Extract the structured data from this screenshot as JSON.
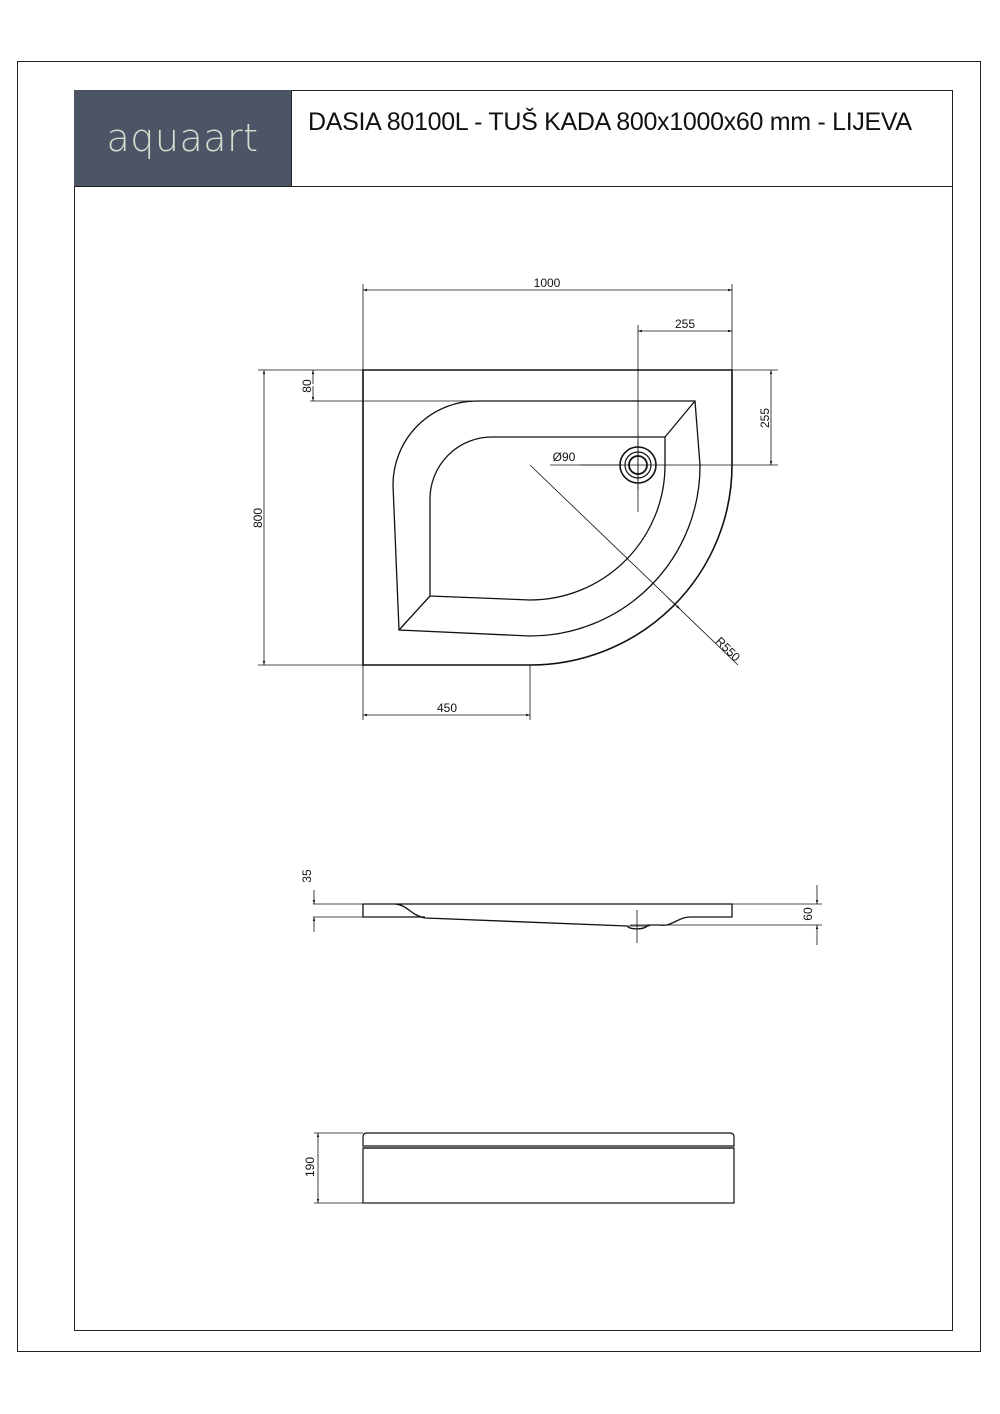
{
  "header": {
    "logo": "aquaart",
    "title": "DASIA 80100L - TUŠ KADA 800x1000x60 mm - LIJEVA"
  },
  "colors": {
    "logo_background": "#4c5466",
    "logo_text": "#cfe0cf",
    "line": "#111111"
  },
  "plan_view": {
    "dimensions": {
      "width": "1000",
      "drain_offset_x": "255",
      "drain_offset_y": "255",
      "rim_depth": "80",
      "height": "800",
      "straight_length": "450",
      "radius": "R550",
      "drain_diameter": "Ø90"
    }
  },
  "side_view": {
    "dimensions": {
      "rim_height": "35",
      "total_height": "60"
    }
  },
  "front_view": {
    "dimensions": {
      "panel_height": "190"
    }
  }
}
